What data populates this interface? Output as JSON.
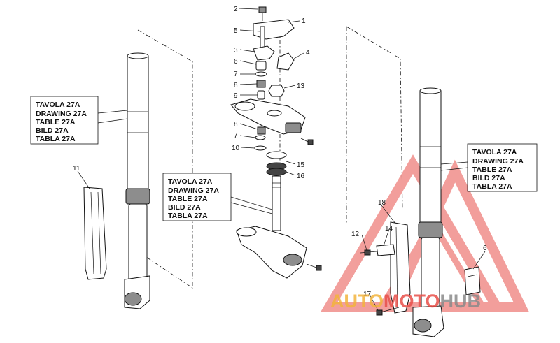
{
  "callouts": [
    {
      "num": "1"
    },
    {
      "num": "2"
    },
    {
      "num": "3"
    },
    {
      "num": "4"
    },
    {
      "num": "5"
    },
    {
      "num": "6"
    },
    {
      "num": "7"
    },
    {
      "num": "8"
    },
    {
      "num": "9"
    },
    {
      "num": "10"
    },
    {
      "num": "11"
    },
    {
      "num": "12"
    },
    {
      "num": "13"
    },
    {
      "num": "14"
    },
    {
      "num": "15"
    },
    {
      "num": "16"
    },
    {
      "num": "17"
    },
    {
      "num": "18"
    }
  ],
  "reference_boxes": [
    {
      "lines": [
        "TAVOLA 27A",
        "DRAWING 27A",
        "TABLE 27A",
        "BILD 27A",
        "TABLA 27A"
      ]
    },
    {
      "lines": [
        "TAVOLA 27A",
        "DRAWING 27A",
        "TABLE 27A",
        "BILD 27A",
        "TABLA 27A"
      ]
    },
    {
      "lines": [
        "TAVOLA 27A",
        "DRAWING 27A",
        "TABLE 27A",
        "BILD 27A",
        "TABLA 27A"
      ]
    }
  ],
  "watermark": {
    "part1": "AUTO",
    "part2": "MOTO",
    "part3": "HUB",
    "color_red": "#e8504a",
    "color_orange": "#f3b43e",
    "color_grey": "#8a8a8a"
  }
}
